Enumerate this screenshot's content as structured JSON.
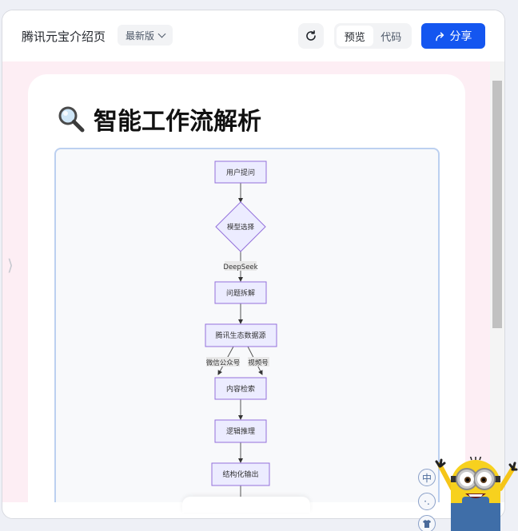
{
  "header": {
    "title": "腾讯元宝介绍页",
    "version_label": "最新版",
    "toggle": [
      {
        "label": "预览",
        "active": true
      },
      {
        "label": "代码",
        "active": false
      }
    ],
    "share_label": "分享"
  },
  "page": {
    "title": "智能工作流解析",
    "title_icon": "magnifier-emoji"
  },
  "flowchart": {
    "nodes": [
      {
        "id": "n1",
        "label": "用户提问",
        "shape": "rect"
      },
      {
        "id": "n2",
        "label": "模型选择",
        "shape": "diamond"
      },
      {
        "id": "n3",
        "label": "问题拆解",
        "shape": "rect"
      },
      {
        "id": "n4",
        "label": "腾讯生态数据源",
        "shape": "rect"
      },
      {
        "id": "n5",
        "label": "内容检索",
        "shape": "rect"
      },
      {
        "id": "n6",
        "label": "逻辑推理",
        "shape": "rect"
      },
      {
        "id": "n7",
        "label": "结构化输出",
        "shape": "rect"
      }
    ],
    "edge_labels": {
      "model": "DeepSeek",
      "wechat": "微信公众号",
      "channels": "视频号"
    }
  },
  "floating": {
    "lang_label": "中",
    "dots_label": "·."
  },
  "colors": {
    "accent": "#1456f0",
    "preview_bg": "#fdeef4",
    "node_fill": "#ececff",
    "node_border": "#9370db"
  }
}
